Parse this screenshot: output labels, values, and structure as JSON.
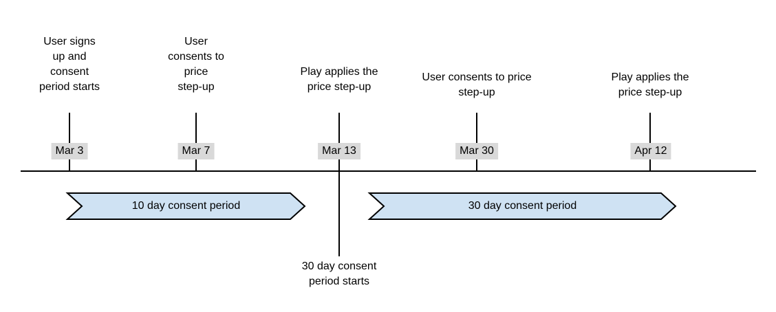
{
  "canvas": {
    "background": "#ffffff",
    "line_color": "#000000",
    "date_badge_bg": "#d9d9d9"
  },
  "timeline": {
    "events": [
      {
        "date": "Mar 3",
        "label": "User signs\nup and\nconsent\nperiod starts"
      },
      {
        "date": "Mar 7",
        "label": "User\nconsents to\nprice\nstep-up"
      },
      {
        "date": "Mar 13",
        "label": "Play applies the\nprice step-up",
        "note_below": "30 day consent\nperiod starts"
      },
      {
        "date": "Mar 30",
        "label": "User consents to price\nstep-up"
      },
      {
        "date": "Apr 12",
        "label": "Play applies the\nprice step-up"
      }
    ],
    "periods": [
      {
        "label": "10 day consent period",
        "fill": "#cfe2f3",
        "border": "#000000"
      },
      {
        "label": "30 day consent period",
        "fill": "#cfe2f3",
        "border": "#000000"
      }
    ]
  }
}
